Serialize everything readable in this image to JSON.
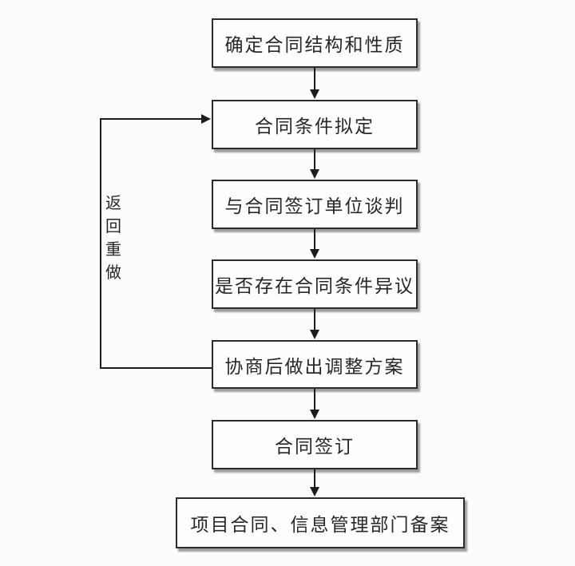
{
  "flowchart": {
    "type": "flowchart",
    "direction": "top-down",
    "nodes": [
      {
        "id": "step-1",
        "label": "确定合同结构和性质"
      },
      {
        "id": "step-2",
        "label": "合同条件拟定"
      },
      {
        "id": "step-3",
        "label": "与合同签订单位谈判"
      },
      {
        "id": "step-4",
        "label": "是否存在合同条件异议"
      },
      {
        "id": "step-5",
        "label": "协商后做出调整方案"
      },
      {
        "id": "step-6",
        "label": "合同签订"
      },
      {
        "id": "step-7",
        "label": "项目合同、信息管理部门备案"
      }
    ],
    "edges": [
      {
        "from": "step-1",
        "to": "step-2",
        "type": "arrow-down"
      },
      {
        "from": "step-2",
        "to": "step-3",
        "type": "arrow-down"
      },
      {
        "from": "step-3",
        "to": "step-4",
        "type": "arrow-down"
      },
      {
        "from": "step-4",
        "to": "step-5",
        "type": "arrow-down"
      },
      {
        "from": "step-5",
        "to": "step-6",
        "type": "arrow-down"
      },
      {
        "from": "step-6",
        "to": "step-7",
        "type": "arrow-down"
      },
      {
        "from": "step-5",
        "to": "step-2",
        "type": "feedback-loop",
        "label": "返回重做"
      }
    ],
    "feedback_label": "返回重做",
    "colors": {
      "background": "#fdfcfd",
      "node_fill": "#fefefe",
      "node_border": "#2b2b2b",
      "connector": "#1c1c1c",
      "shadow": "#8d8d8d",
      "text": "#272727"
    }
  }
}
